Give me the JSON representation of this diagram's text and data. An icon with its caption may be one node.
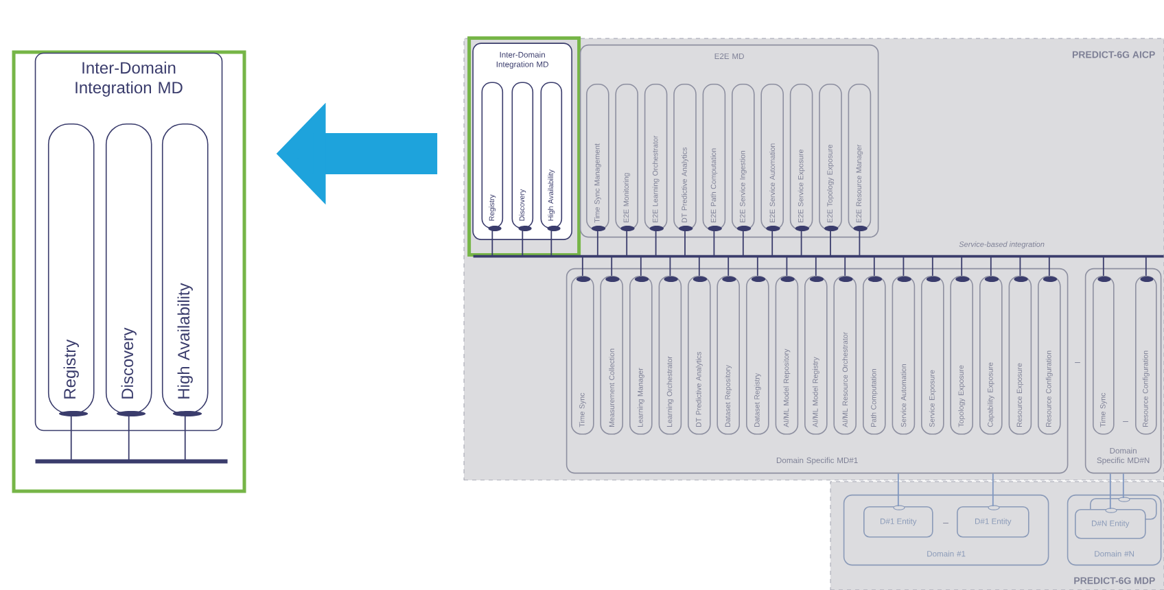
{
  "diagram": {
    "nodes": [
      {
        "text": [],
        "shape": "box"
      },
      {
        "text": [
          "Inter-Domain Integration MD"
        ],
        "in": 0
      },
      {
        "text": [
          "Registry"
        ],
        "in": 1
      },
      {
        "text": [
          "Discovery"
        ],
        "in": 1
      },
      {
        "text": [
          "High Availability"
        ],
        "in": 1
      },
      {
        "text": [],
        "shape": "bar",
        "in": 0
      },
      {
        "text": [
          "PREDICT-6G AICP"
        ]
      },
      {
        "text": [],
        "shape": "box",
        "in": 6
      },
      {
        "text": [
          "Inter-Domain Integration MD"
        ],
        "in": 7
      },
      {
        "text": [
          "Registry"
        ],
        "in": 8
      },
      {
        "text": [
          "Discovery"
        ],
        "in": 8
      },
      {
        "text": [
          "High Availability"
        ],
        "in": 8
      },
      {
        "text": [
          "E2E MD"
        ],
        "in": 6
      },
      {
        "text": [
          "Time Sync Management"
        ],
        "in": 12
      },
      {
        "text": [
          "E2E Monitoring"
        ],
        "in": 12
      },
      {
        "text": [
          "E2E Learning Orchestrator"
        ],
        "in": 12
      },
      {
        "text": [
          "DT Predictive Analytics"
        ],
        "in": 12
      },
      {
        "text": [
          "E2E Path Computation"
        ],
        "in": 12
      },
      {
        "text": [
          "E2E Service Ingestion"
        ],
        "in": 12
      },
      {
        "text": [
          "E2E Service Automation"
        ],
        "in": 12
      },
      {
        "text": [
          "E2E Service Exposure"
        ],
        "in": 12
      },
      {
        "text": [
          "E2E Topology Exposure"
        ],
        "in": 12
      },
      {
        "text": [
          "E2E Resource Manager"
        ],
        "in": 12
      },
      {
        "text": [
          "Service-based integration"
        ],
        "in": 6
      },
      {
        "text": [
          "Domain Specific MD#1"
        ],
        "in": 6
      },
      {
        "text": [
          "Time Sync"
        ],
        "in": 24
      },
      {
        "text": [
          "Measurement Collection"
        ],
        "in": 24
      },
      {
        "text": [
          "Learning Manager"
        ],
        "in": 24
      },
      {
        "text": [
          "Learning Orchestrator"
        ],
        "in": 24
      },
      {
        "text": [
          "DT Predictive Analytics"
        ],
        "in": 24
      },
      {
        "text": [
          "Dataset Repository"
        ],
        "in": 24
      },
      {
        "text": [
          "Dataset Registry"
        ],
        "in": 24
      },
      {
        "text": [
          "AI/ML Model Repository"
        ],
        "in": 24
      },
      {
        "text": [
          "AI/ML Model Registry"
        ],
        "in": 24
      },
      {
        "text": [
          "AI/ML Resource Orchestrator"
        ],
        "in": 24
      },
      {
        "text": [
          "Path Computation"
        ],
        "in": 24
      },
      {
        "text": [
          "Service Automation"
        ],
        "in": 24
      },
      {
        "text": [
          "Service Exposure"
        ],
        "in": 24
      },
      {
        "text": [
          "Topology Exposure"
        ],
        "in": 24
      },
      {
        "text": [
          "Capability Exposure"
        ],
        "in": 24
      },
      {
        "text": [
          "Resource Exposure"
        ],
        "in": 24
      },
      {
        "text": [
          "Resource Configuration"
        ],
        "in": 24
      },
      {
        "text": [
          "Domain Specific MD#N"
        ],
        "in": 6
      },
      {
        "text": [
          "Time Sync"
        ],
        "in": 42
      },
      {
        "text": [
          "Resource Configuration"
        ],
        "in": 42
      },
      {
        "text": [
          "PREDICT-6G MDP"
        ]
      },
      {
        "text": [
          "Domain #1"
        ],
        "in": 45
      },
      {
        "text": [
          "D#1 Entity"
        ],
        "in": 46
      },
      {
        "text": [
          "D#1 Entity"
        ],
        "in": 46
      },
      {
        "text": [
          "Domain #N"
        ],
        "in": 45
      },
      {
        "text": [],
        "shape": "box",
        "in": 49
      },
      {
        "text": [
          "D#N Entity"
        ],
        "in": 49
      }
    ],
    "edges": [
      {
        "from": 2,
        "to": 5,
        "arrow": "none"
      },
      {
        "from": 3,
        "to": 5,
        "arrow": "none"
      },
      {
        "from": 4,
        "to": 5,
        "arrow": "none"
      },
      {
        "from": 7,
        "to": 0,
        "arrow": "to",
        "style": "thick",
        "color": "#1ea3dc"
      },
      {
        "from": 9,
        "to": 23,
        "arrow": "none"
      },
      {
        "from": 10,
        "to": 23,
        "arrow": "none"
      },
      {
        "from": 11,
        "to": 23,
        "arrow": "none"
      },
      {
        "from": 13,
        "to": 23,
        "arrow": "none"
      },
      {
        "from": 14,
        "to": 23,
        "arrow": "none"
      },
      {
        "from": 15,
        "to": 23,
        "arrow": "none"
      },
      {
        "from": 16,
        "to": 23,
        "arrow": "none"
      },
      {
        "from": 17,
        "to": 23,
        "arrow": "none"
      },
      {
        "from": 18,
        "to": 23,
        "arrow": "none"
      },
      {
        "from": 19,
        "to": 23,
        "arrow": "none"
      },
      {
        "from": 20,
        "to": 23,
        "arrow": "none"
      },
      {
        "from": 21,
        "to": 23,
        "arrow": "none"
      },
      {
        "from": 22,
        "to": 23,
        "arrow": "none"
      },
      {
        "from": 25,
        "to": 23,
        "arrow": "none"
      },
      {
        "from": 26,
        "to": 23,
        "arrow": "none"
      },
      {
        "from": 27,
        "to": 23,
        "arrow": "none"
      },
      {
        "from": 28,
        "to": 23,
        "arrow": "none"
      },
      {
        "from": 29,
        "to": 23,
        "arrow": "none"
      },
      {
        "from": 30,
        "to": 23,
        "arrow": "none"
      },
      {
        "from": 31,
        "to": 23,
        "arrow": "none"
      },
      {
        "from": 32,
        "to": 23,
        "arrow": "none"
      },
      {
        "from": 33,
        "to": 23,
        "arrow": "none"
      },
      {
        "from": 34,
        "to": 23,
        "arrow": "none"
      },
      {
        "from": 35,
        "to": 23,
        "arrow": "none"
      },
      {
        "from": 36,
        "to": 23,
        "arrow": "none"
      },
      {
        "from": 37,
        "to": 23,
        "arrow": "none"
      },
      {
        "from": 38,
        "to": 23,
        "arrow": "none"
      },
      {
        "from": 39,
        "to": 23,
        "arrow": "none"
      },
      {
        "from": 40,
        "to": 23,
        "arrow": "none"
      },
      {
        "from": 41,
        "to": 23,
        "arrow": "none"
      },
      {
        "from": 43,
        "to": 23,
        "arrow": "none"
      },
      {
        "from": 44,
        "to": 23,
        "arrow": "none"
      },
      {
        "from": 24,
        "to": 47,
        "arrow": "none",
        "color": "#7f97c0"
      },
      {
        "from": 24,
        "to": 48,
        "arrow": "none",
        "color": "#7f97c0"
      },
      {
        "from": 42,
        "to": 51,
        "arrow": "none",
        "color": "#7f97c0"
      },
      {
        "from": 42,
        "to": 50,
        "arrow": "none",
        "color": "#7f97c0"
      }
    ],
    "labels": [
      "–",
      "–",
      "–"
    ]
  }
}
